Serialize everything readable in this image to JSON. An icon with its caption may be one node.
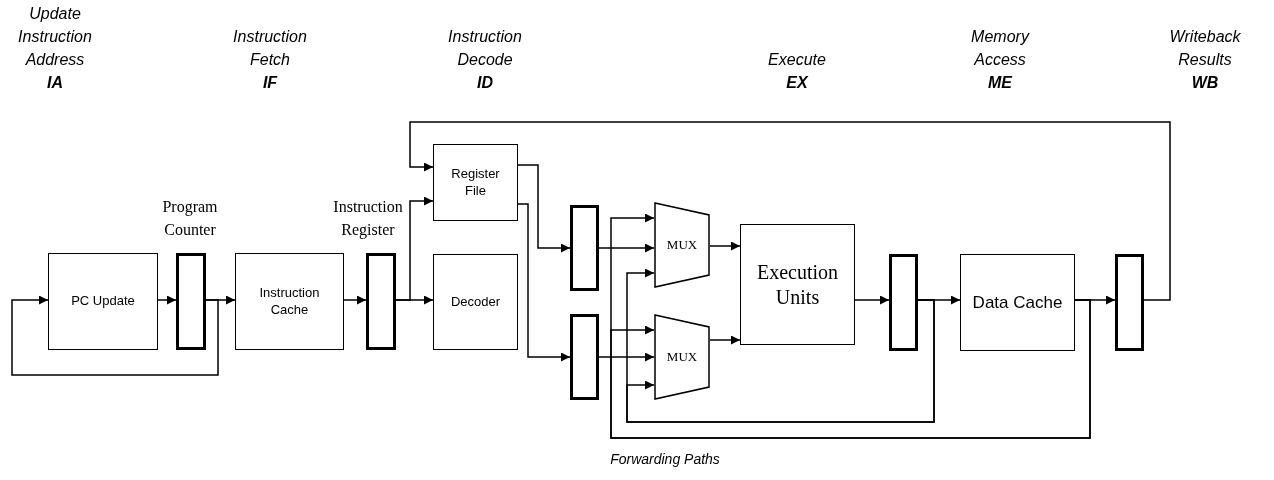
{
  "diagram": {
    "nodes": [
      {
        "text": [
          "PC Update"
        ]
      },
      {
        "text": [],
        "shape": "bar",
        "beside": [
          "Program Counter"
        ]
      },
      {
        "text": [
          "Instruction Cache"
        ]
      },
      {
        "text": [],
        "shape": "bar",
        "beside": [
          "Instruction Register"
        ]
      },
      {
        "text": [
          "Register File"
        ]
      },
      {
        "text": [
          "Decoder"
        ]
      },
      {
        "text": [],
        "shape": "bar"
      },
      {
        "text": [],
        "shape": "bar"
      },
      {
        "text": [
          "MUX"
        ]
      },
      {
        "text": [
          "MUX"
        ]
      },
      {
        "text": [
          "Execution Units"
        ]
      },
      {
        "text": [],
        "shape": "bar"
      },
      {
        "text": [
          "Data Cache"
        ]
      },
      {
        "text": [],
        "shape": "bar"
      }
    ],
    "edges": [
      {
        "from": 0,
        "to": 1,
        "arrow": "to"
      },
      {
        "from": 1,
        "to": 2,
        "arrow": "to"
      },
      {
        "from": 1,
        "to": 0,
        "arrow": "to"
      },
      {
        "from": 2,
        "to": 3,
        "arrow": "to"
      },
      {
        "from": 3,
        "to": 4,
        "arrow": "to"
      },
      {
        "from": 3,
        "to": 5,
        "arrow": "to"
      },
      {
        "from": 13,
        "to": 4,
        "arrow": "to"
      },
      {
        "from": 4,
        "to": 6,
        "arrow": "to"
      },
      {
        "from": 4,
        "to": 7,
        "arrow": "to"
      },
      {
        "from": 6,
        "to": 8,
        "arrow": "to"
      },
      {
        "from": 7,
        "to": 9,
        "arrow": "to"
      },
      {
        "from": 8,
        "to": 10,
        "arrow": "to"
      },
      {
        "from": 9,
        "to": 10,
        "arrow": "to"
      },
      {
        "from": 10,
        "to": 11,
        "arrow": "to"
      },
      {
        "from": 11,
        "to": 12,
        "arrow": "to"
      },
      {
        "from": 12,
        "to": 13,
        "arrow": "to"
      },
      {
        "from": 11,
        "to": 8,
        "arrow": "to"
      },
      {
        "from": 11,
        "to": 9,
        "arrow": "to"
      },
      {
        "from": 12,
        "to": 8,
        "arrow": "to"
      },
      {
        "from": 12,
        "to": 9,
        "arrow": "to"
      }
    ],
    "labels": [
      "Update Instruction Address",
      "IA",
      "Instruction Fetch",
      "IF",
      "Instruction Decode",
      "ID",
      "Execute",
      "EX",
      "Memory Access",
      "ME",
      "Writeback Results",
      "WB",
      "Forwarding Paths"
    ]
  }
}
